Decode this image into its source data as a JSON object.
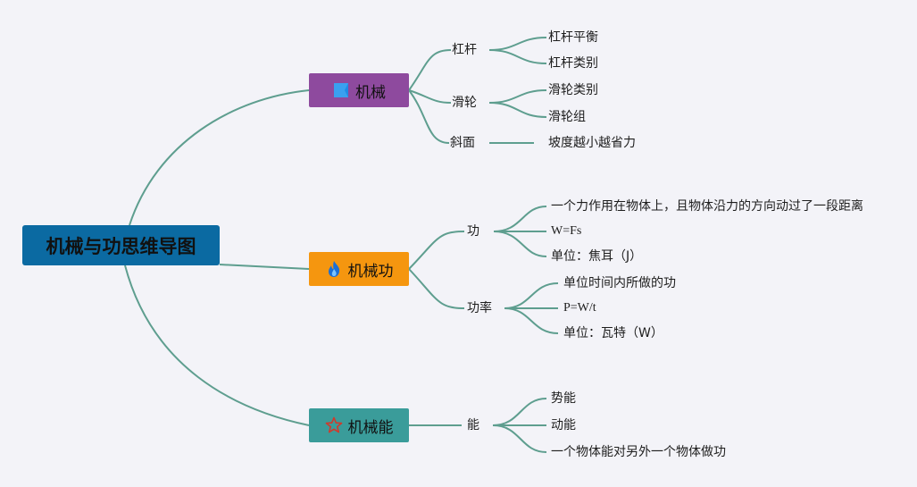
{
  "root": {
    "label": "机械与功思维导图",
    "color": "#0b6aa2"
  },
  "line_color": "#5e9e8f",
  "branches": [
    {
      "label": "机械",
      "color": "#8e4a9e",
      "icon": "flag-icon",
      "topics": [
        {
          "label": "杠杆",
          "leaves": [
            "杠杆平衡",
            "杠杆类别"
          ]
        },
        {
          "label": "滑轮",
          "leaves": [
            "滑轮类别",
            "滑轮组"
          ]
        },
        {
          "label": "斜面",
          "leaves": [
            "坡度越小越省力"
          ]
        }
      ]
    },
    {
      "label": "机械功",
      "color": "#f5960f",
      "icon": "flame-icon",
      "topics": [
        {
          "label": "功",
          "leaves": [
            "一个力作用在物体上，且物体沿力的方向动过了一段距离",
            "W=Fs",
            "单位：焦耳（J）"
          ]
        },
        {
          "label": "功率",
          "leaves": [
            "单位时间内所做的功",
            "P=W/t",
            "单位：瓦特（W）"
          ]
        }
      ]
    },
    {
      "label": "机械能",
      "color": "#3a9c9a",
      "icon": "star-icon",
      "topics": [
        {
          "label": "能",
          "leaves": [
            "势能",
            "动能",
            "一个物体能对另外一个物体做功"
          ]
        }
      ]
    }
  ]
}
